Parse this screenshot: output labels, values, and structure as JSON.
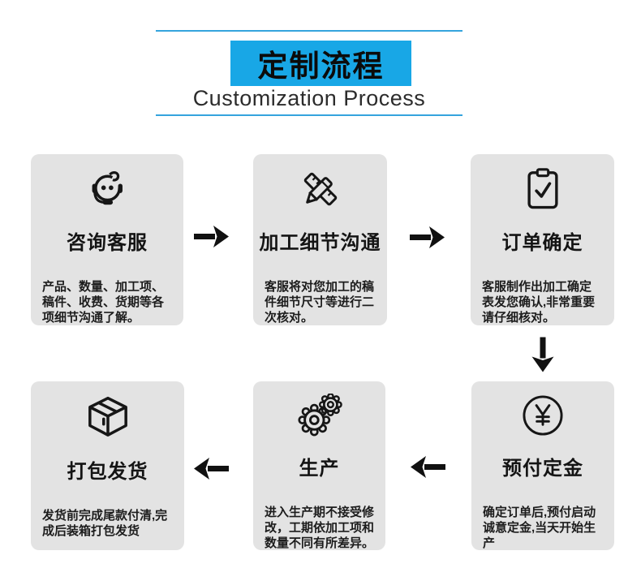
{
  "header": {
    "title_cn": "定制流程",
    "title_en": "Customization Process",
    "accent_color": "#18a7e6",
    "line_color": "#35a4dd"
  },
  "card_bg_color": "#e3e3e3",
  "arrow_color": "#111111",
  "steps": [
    {
      "icon": "headset-icon",
      "title": "咨询客服",
      "desc": "产品、数量、加工项、稿件、收费、货期等各项细节沟通了解。"
    },
    {
      "icon": "ruler-pencil-icon",
      "title": "加工细节沟通",
      "desc": "客服将对您加工的稿件细节尺寸等进行二次核对。"
    },
    {
      "icon": "clipboard-check-icon",
      "title": "订单确定",
      "desc": "客服制作出加工确定表发您确认,非常重要请仔细核对。"
    },
    {
      "icon": "yen-coin-icon",
      "title": "预付定金",
      "desc": "确定订单后,预付启动诚意定金,当天开始生产"
    },
    {
      "icon": "gears-icon",
      "title": "生产",
      "desc": "进入生产期不接受修改，工期依加工项和数量不同有所差异。"
    },
    {
      "icon": "package-box-icon",
      "title": "打包发货",
      "desc": "发货前完成尾款付清,完成后装箱打包发货"
    }
  ],
  "flow": {
    "arrow_1": "step1-to-step2",
    "arrow_2": "step2-to-step3",
    "arrow_3": "step3-to-step4",
    "arrow_4": "step4-to-step5",
    "arrow_5": "step5-to-step6"
  }
}
